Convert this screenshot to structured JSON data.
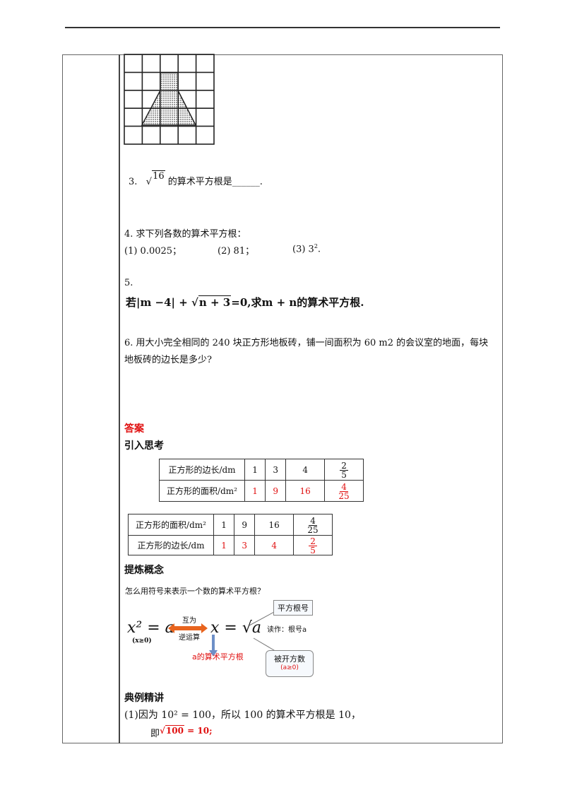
{
  "q3": {
    "num": "3.",
    "radicand": "16",
    "text": "的算术平方根是______."
  },
  "q4": {
    "title": "4. 求下列各数的算术平方根：",
    "items": [
      "(1) 0.0025；",
      "(2) 81；",
      "(3) 3",
      "2",
      "."
    ]
  },
  "q5": {
    "num": "5.",
    "pre": "若|m −4| + ",
    "radicand": "n + 3",
    "post": "=0,求m + n的算术平方根."
  },
  "q6": {
    "line1": "6. 用大小完全相同的 240 块正方形地板砖，铺一间面积为 60  m2 的会议室的地面，每块",
    "line2": "地板砖的边长是多少?"
  },
  "answers": {
    "heading": "答案",
    "section1": "引入思考",
    "table1": {
      "row1": {
        "label": "正方形的边长/dm",
        "values": [
          "1",
          "3",
          "4"
        ],
        "frac": [
          "2",
          "5"
        ]
      },
      "row2": {
        "label": "正方形的面积/dm²",
        "values": [
          "1",
          "9",
          "16"
        ],
        "frac": [
          "4",
          "25"
        ]
      }
    },
    "table2": {
      "row1": {
        "label": "正方形的面积/dm²",
        "values": [
          "1",
          "9",
          "16"
        ],
        "frac": [
          "4",
          "25"
        ]
      },
      "row2": {
        "label": "正方形的边长/dm",
        "values": [
          "1",
          "3",
          "4"
        ],
        "frac": [
          "2",
          "5"
        ]
      }
    },
    "section2": "提炼概念",
    "concept": {
      "question": "怎么用符号来表示一个数的算术平方根？",
      "lhs": "x² = a",
      "cond_x": "(x≥0)",
      "arrow_top": "互为",
      "arrow_bottom": "逆运算",
      "rhs": "x = √a",
      "radical_label": "平方根号",
      "read_as": "读作：根号a",
      "radicand_label": "被开方数",
      "radicand_cond": "(a≥0)",
      "meaning": "a的算术平方根"
    },
    "section3": "典例精讲",
    "example1": "(1)因为 10² = 100，所以 100 的算术平方根是 10，",
    "example1_pre": "即",
    "example1_radicand": "100",
    "example1_post": " = 10;"
  },
  "colors": {
    "red": "#e01010",
    "arrow": "#e8641e",
    "callout": "#dde7f3"
  }
}
